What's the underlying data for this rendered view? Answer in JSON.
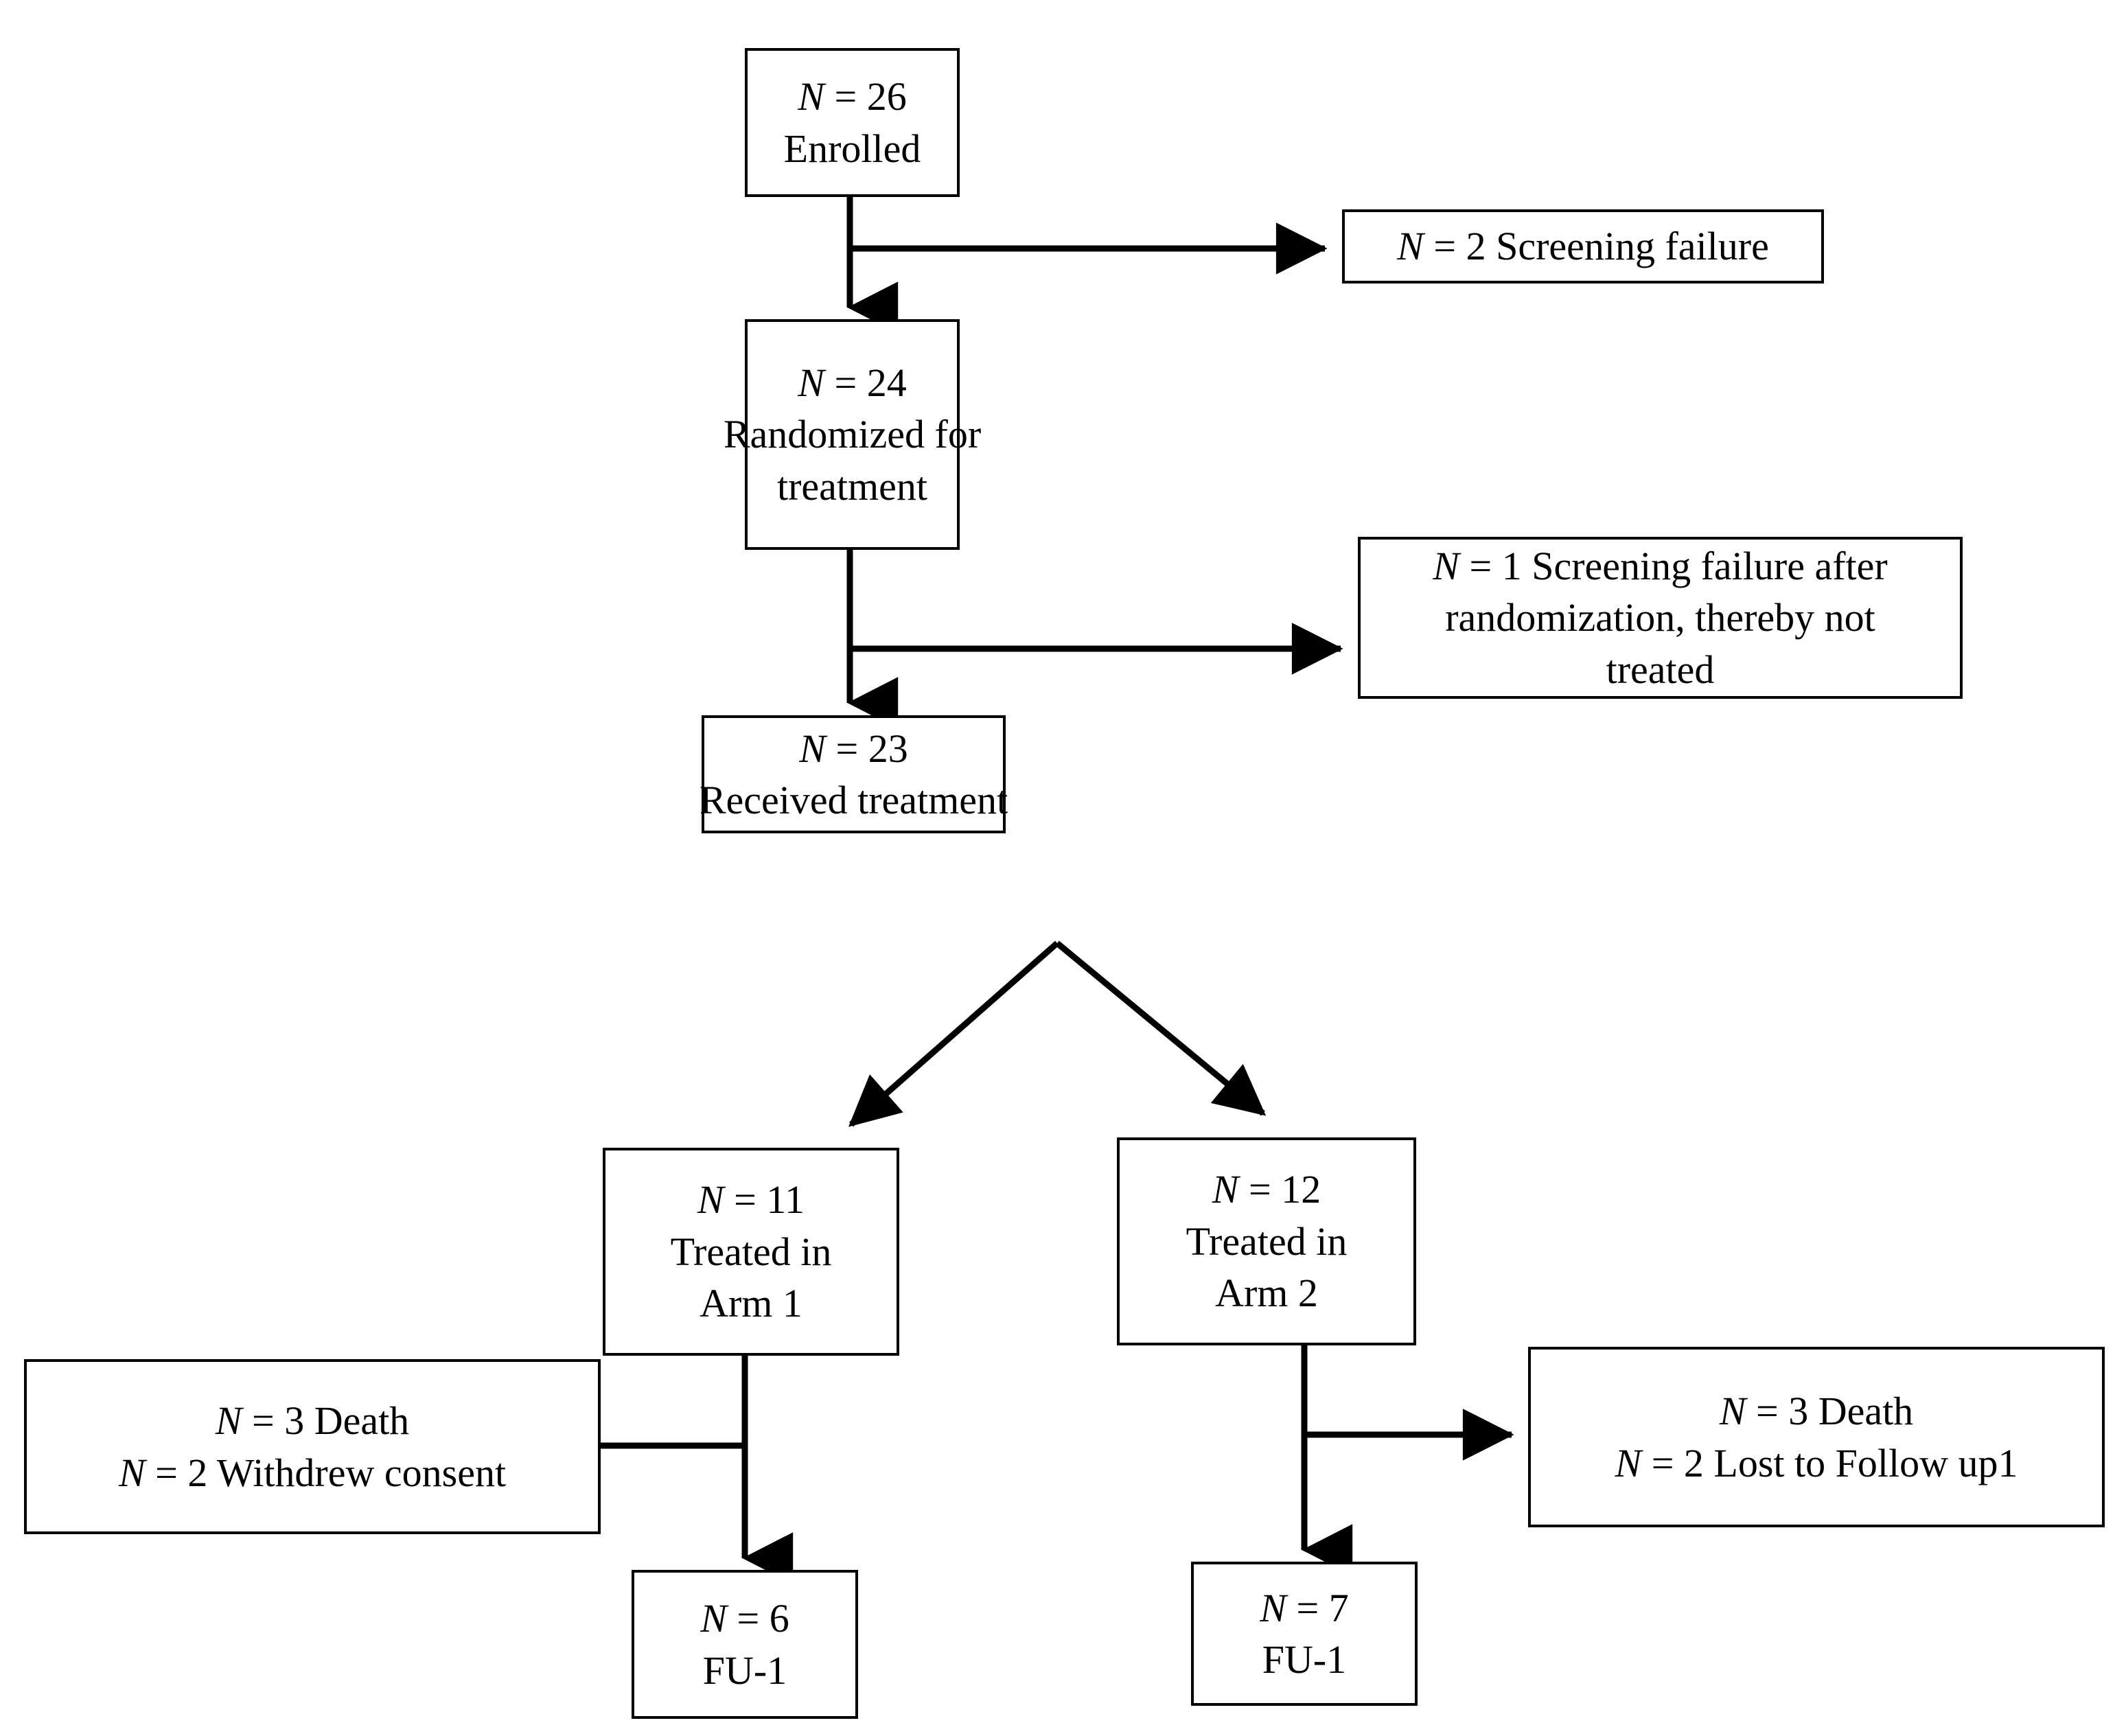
{
  "diagram": {
    "type": "consort-flow-diagram",
    "title": "",
    "colors": {
      "box_border": "#000000",
      "background": "#ffffff",
      "text": "#000000",
      "connector": "#000000"
    },
    "nodes": [
      {
        "id": "enrolled",
        "n_label": "N",
        "eq": "=",
        "count": "26",
        "line1": "N = 26",
        "line2": "Enrolled",
        "line3": ""
      },
      {
        "id": "screening-failure",
        "line1": "N = 2 Screening failure",
        "line2": "",
        "line3": ""
      },
      {
        "id": "randomized",
        "line1": "N = 24",
        "line2": "Randomized for",
        "line3": "treatment"
      },
      {
        "id": "screening-failure-post-randomization",
        "line1": "N = 1 Screening failure after",
        "line2": "randomization, thereby not",
        "line3": "treated"
      },
      {
        "id": "received-treatment",
        "line1": "N = 23",
        "line2": "Received treatment",
        "line3": ""
      },
      {
        "id": "arm-1",
        "line1": "N = 11",
        "line2": "Treated in",
        "line3": "Arm 1"
      },
      {
        "id": "arm-2",
        "line1": "N = 12",
        "line2": "Treated in",
        "line3": "Arm 2"
      },
      {
        "id": "arm-1-attrition",
        "line1": "N = 3 Death",
        "line2": "N = 2 Withdrew consent",
        "line3": ""
      },
      {
        "id": "arm-2-attrition",
        "line1": "N = 3 Death",
        "line2": "N = 2 Lost to Follow up1",
        "line3": ""
      },
      {
        "id": "arm-1-fu1",
        "line1": "N = 6",
        "line2": "FU-1",
        "line3": ""
      },
      {
        "id": "arm-2-fu1",
        "line1": "N = 7",
        "line2": "FU-1",
        "line3": ""
      }
    ],
    "flow": {
      "enrolled": {
        "count": 26,
        "label": "Enrolled"
      },
      "screening_failure": {
        "count": 2,
        "label": "Screening failure"
      },
      "randomized": {
        "count": 24,
        "label": "Randomized for treatment"
      },
      "screening_failure_post_randomization": {
        "count": 1,
        "label": "Screening failure after randomization, thereby not treated"
      },
      "received_treatment": {
        "count": 23,
        "label": "Received treatment"
      },
      "arm_1": {
        "count": 11,
        "label": "Treated in Arm 1"
      },
      "arm_2": {
        "count": 12,
        "label": "Treated in Arm 2"
      },
      "arm_1_death": {
        "count": 3,
        "label": "Death"
      },
      "arm_1_withdrew": {
        "count": 2,
        "label": "Withdrew consent"
      },
      "arm_2_death": {
        "count": 3,
        "label": "Death"
      },
      "arm_2_lost": {
        "count": 2,
        "label": "Lost to Follow up1"
      },
      "arm_1_fu1": {
        "count": 6,
        "label": "FU-1"
      },
      "arm_2_fu1": {
        "count": 7,
        "label": "FU-1"
      }
    }
  }
}
